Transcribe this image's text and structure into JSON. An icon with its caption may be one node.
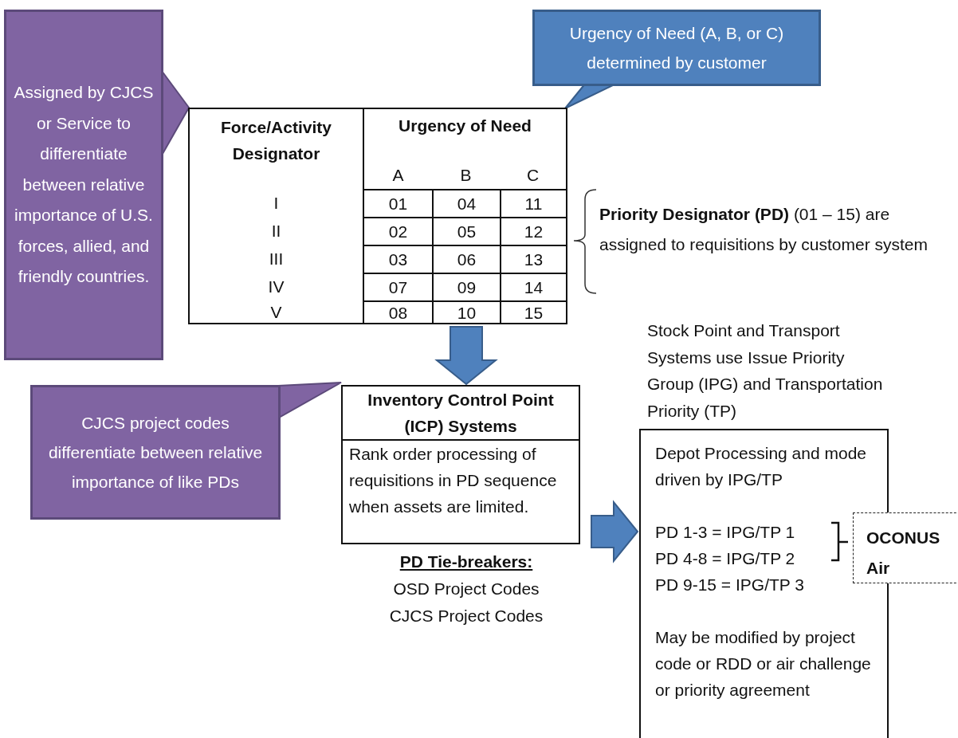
{
  "diagram": {
    "nodes": [
      {
        "text": [
          "Assigned by CJCS or Service to differentiate between relative importance of U.S. forces, allied, and friendly countries."
        ]
      },
      {
        "text": [
          "Urgency of Need (A, B, or C) determined by customer"
        ]
      },
      {
        "text": [],
        "shape": "box"
      },
      {
        "text": [
          "Inventory Control Point (ICP) Systems",
          "Rank order processing of requisitions in PD sequence when assets are limited."
        ],
        "beside": [
          "PD Tie-breakers:",
          "OSD Project Codes",
          "CJCS Project Codes"
        ]
      },
      {
        "text": [
          "CJCS project codes differentiate between relative importance of like PDs"
        ]
      },
      {
        "text": [
          "Depot Processing and mode driven by IPG/TP",
          "PD 1-3 = IPG/TP 1",
          "PD 4-8 = IPG/TP 2",
          "PD 9-15 = IPG/TP 3",
          "May be modified by project code or RDD or air challenge or priority agreement"
        ],
        "beside": [
          "Stock Point and Transport Systems use Issue Priority Group (IPG) and Transportation Priority (TP)"
        ]
      },
      {
        "text": [
          "OCONUS Air"
        ]
      }
    ],
    "edges": [
      {
        "from": 0,
        "to": 2,
        "arrow": "none"
      },
      {
        "from": 1,
        "to": 2,
        "arrow": "none"
      },
      {
        "from": 2,
        "to": 3,
        "arrow": "to",
        "style": "thick"
      },
      {
        "from": 4,
        "to": 3,
        "arrow": "none"
      },
      {
        "from": 3,
        "to": 5,
        "arrow": "to",
        "style": "thick"
      }
    ],
    "labels": [
      "Force/Activity Designator",
      "Urgency of Need",
      "A",
      "B",
      "C",
      "I",
      "01",
      "04",
      "11",
      "II",
      "02",
      "05",
      "12",
      "III",
      "03",
      "06",
      "13",
      "IV",
      "07",
      "09",
      "14",
      "V",
      "08",
      "10",
      "15",
      "**Priority Designator (PD)** (01 – 15) are assigned to requisitions by customer system"
    ]
  }
}
